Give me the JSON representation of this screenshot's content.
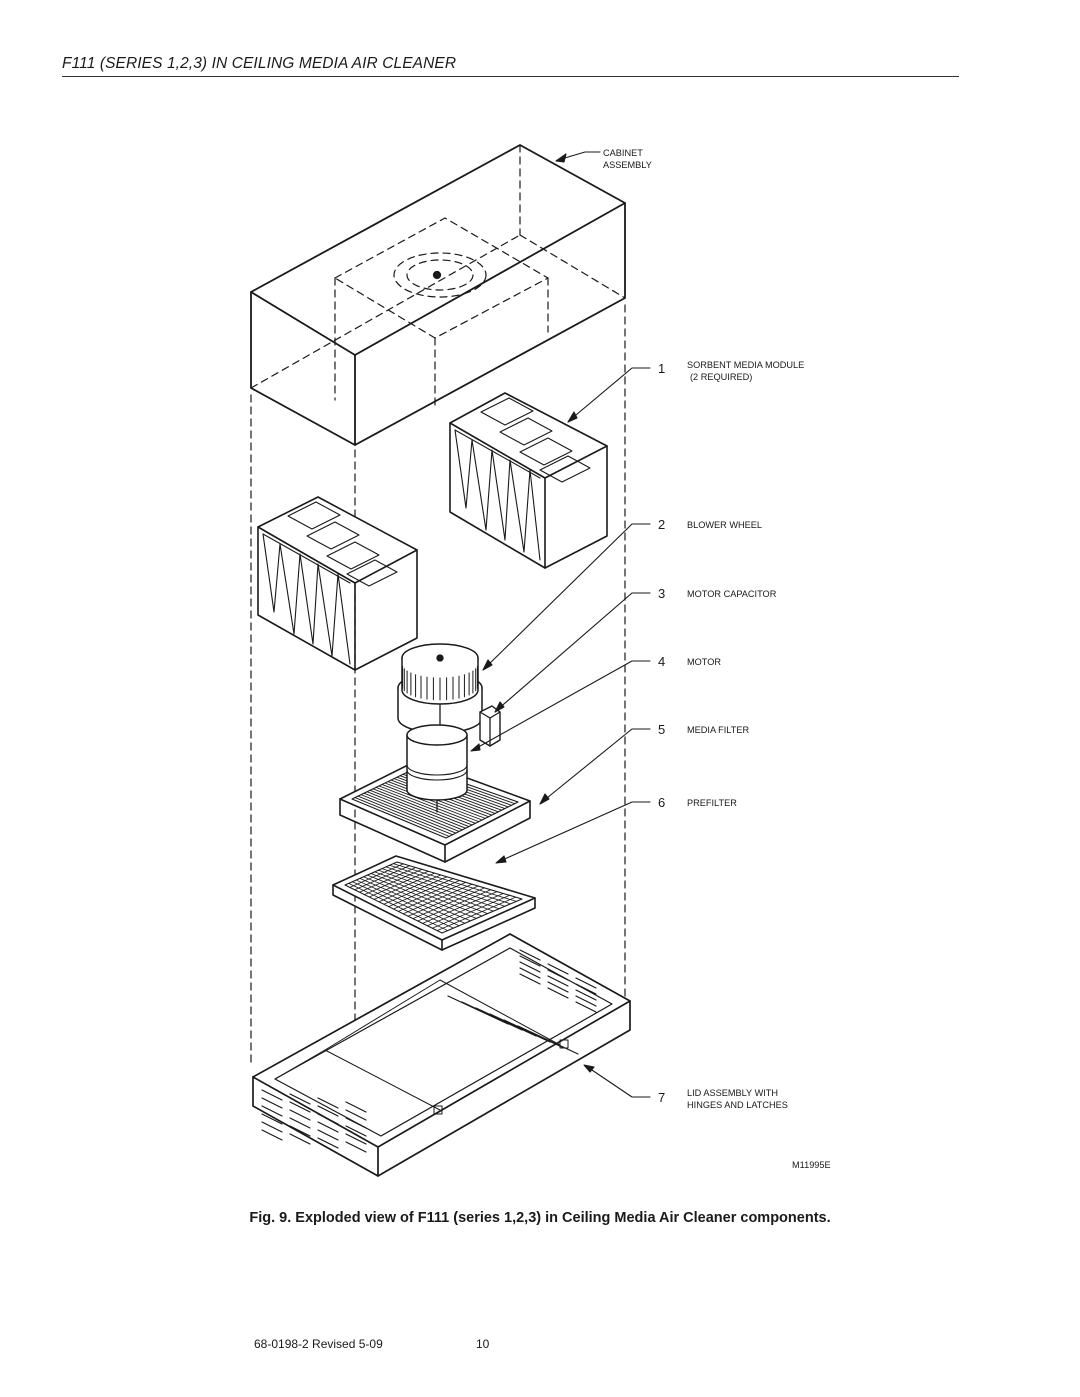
{
  "header": {
    "title": "F111 (SERIES 1,2,3) IN CEILING MEDIA AIR CLEANER"
  },
  "figure": {
    "cabinet_label_line1": "CABINET",
    "cabinet_label_line2": "ASSEMBLY",
    "drawing_number": "M11995E",
    "callouts": [
      {
        "number": "1",
        "line1": "SORBENT MEDIA MODULE",
        "line2": "(2 REQUIRED)"
      },
      {
        "number": "2",
        "line1": "BLOWER WHEEL",
        "line2": ""
      },
      {
        "number": "3",
        "line1": "MOTOR CAPACITOR",
        "line2": ""
      },
      {
        "number": "4",
        "line1": "MOTOR",
        "line2": ""
      },
      {
        "number": "5",
        "line1": "MEDIA FILTER",
        "line2": ""
      },
      {
        "number": "6",
        "line1": "PREFILTER",
        "line2": ""
      },
      {
        "number": "7",
        "line1": "LID ASSEMBLY WITH",
        "line2": "HINGES AND LATCHES"
      }
    ]
  },
  "caption": "Fig. 9. Exploded view of F111 (series 1,2,3) in Ceiling Media Air Cleaner components.",
  "footer": {
    "doc_number": "68-0198-2  Revised 5-09",
    "page_number": "10"
  }
}
